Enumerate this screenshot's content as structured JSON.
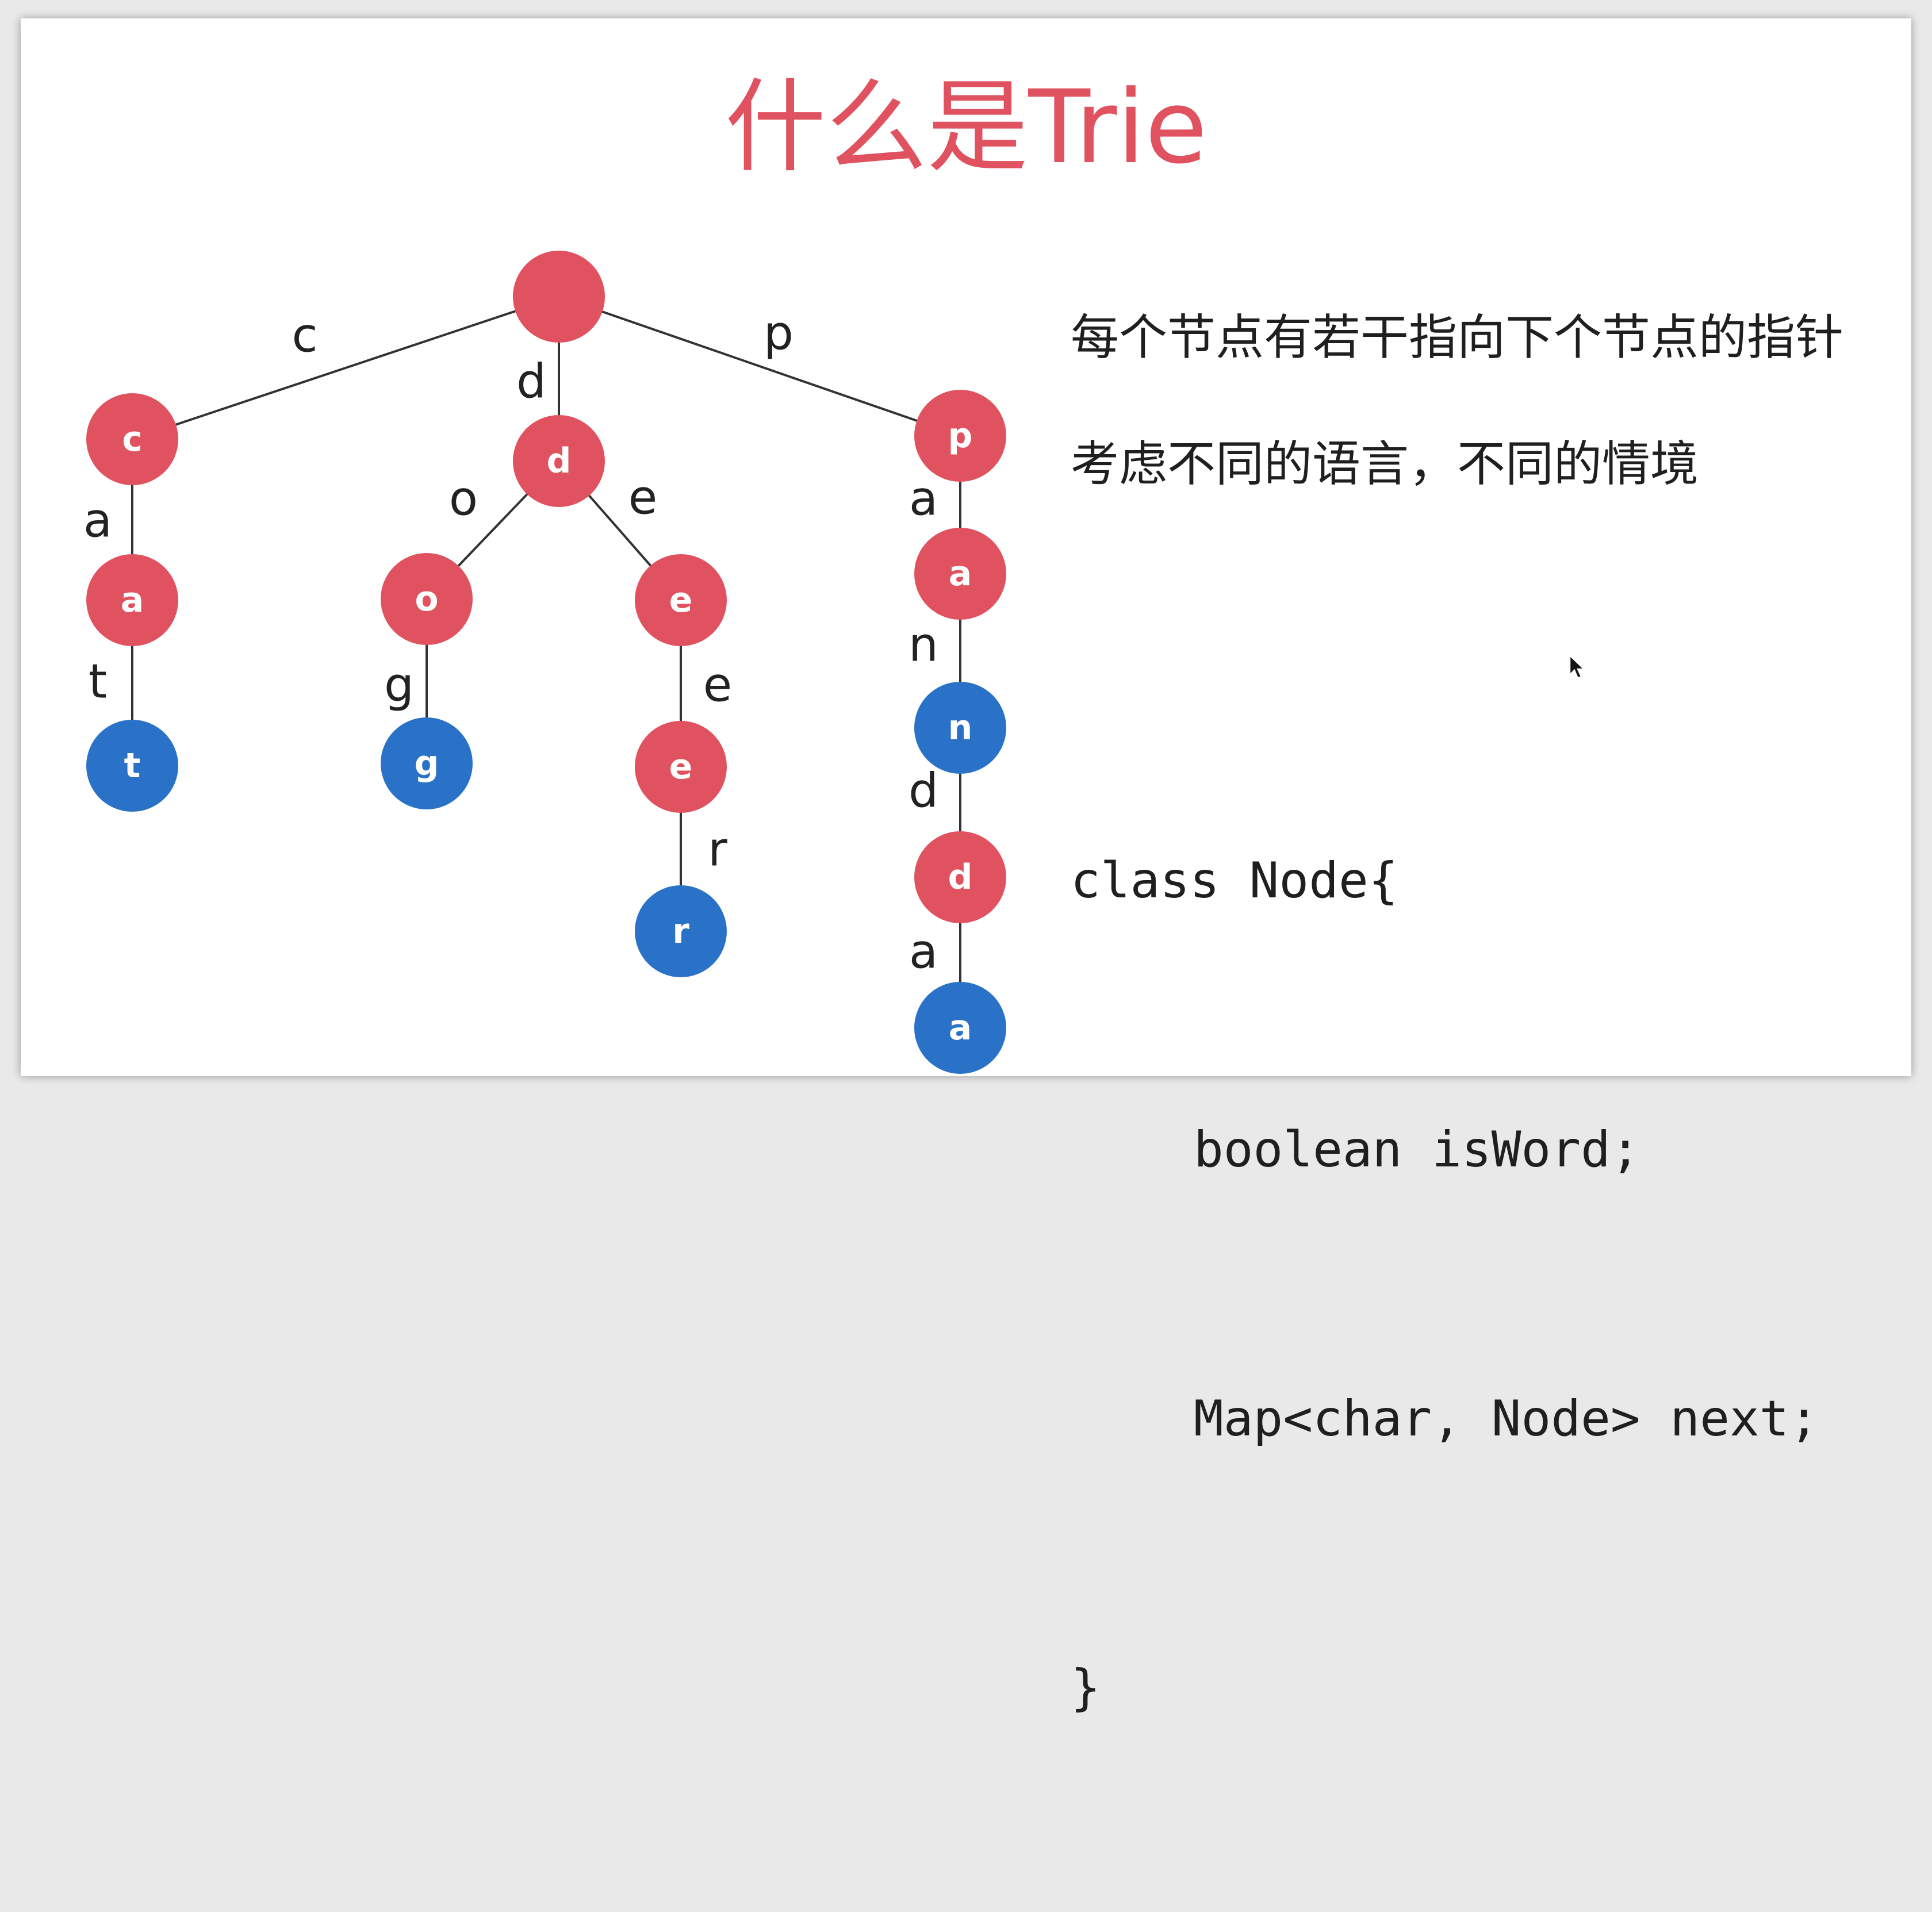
{
  "slide": {
    "title": "什么是Trie",
    "title_color": "#e0525f",
    "descriptions": [
      "每个节点有若干指向下个节点的指针",
      "考虑不同的语言，不同的情境"
    ],
    "code_lines": [
      "class Node{",
      "boolean isWord;",
      "Map<char, Node> next;",
      "}"
    ]
  },
  "colors": {
    "internal_node": "#e0525f",
    "word_end_node": "#2a72c8"
  },
  "tree": {
    "nodes": [
      {
        "id": "root",
        "label": "",
        "type": "internal"
      },
      {
        "id": "c",
        "label": "c",
        "type": "internal"
      },
      {
        "id": "ca",
        "label": "a",
        "type": "internal"
      },
      {
        "id": "cat",
        "label": "t",
        "type": "word_end"
      },
      {
        "id": "d",
        "label": "d",
        "type": "internal"
      },
      {
        "id": "do",
        "label": "o",
        "type": "internal"
      },
      {
        "id": "dog",
        "label": "g",
        "type": "word_end"
      },
      {
        "id": "de",
        "label": "e",
        "type": "internal"
      },
      {
        "id": "dee",
        "label": "e",
        "type": "internal"
      },
      {
        "id": "deer",
        "label": "r",
        "type": "word_end"
      },
      {
        "id": "p",
        "label": "p",
        "type": "internal"
      },
      {
        "id": "pa",
        "label": "a",
        "type": "internal"
      },
      {
        "id": "pan",
        "label": "n",
        "type": "word_end"
      },
      {
        "id": "pand",
        "label": "d",
        "type": "internal"
      },
      {
        "id": "panda",
        "label": "a",
        "type": "word_end"
      }
    ],
    "edges": [
      {
        "from": "root",
        "to": "c",
        "label": "c"
      },
      {
        "from": "c",
        "to": "ca",
        "label": "a"
      },
      {
        "from": "ca",
        "to": "cat",
        "label": "t"
      },
      {
        "from": "root",
        "to": "d",
        "label": "d"
      },
      {
        "from": "d",
        "to": "do",
        "label": "o"
      },
      {
        "from": "do",
        "to": "dog",
        "label": "g"
      },
      {
        "from": "d",
        "to": "de",
        "label": "e"
      },
      {
        "from": "de",
        "to": "dee",
        "label": "e"
      },
      {
        "from": "dee",
        "to": "deer",
        "label": "r"
      },
      {
        "from": "root",
        "to": "p",
        "label": "p"
      },
      {
        "from": "p",
        "to": "pa",
        "label": "a"
      },
      {
        "from": "pa",
        "to": "pan",
        "label": "n"
      },
      {
        "from": "pan",
        "to": "pand",
        "label": "d"
      },
      {
        "from": "pand",
        "to": "panda",
        "label": "a"
      }
    ]
  }
}
